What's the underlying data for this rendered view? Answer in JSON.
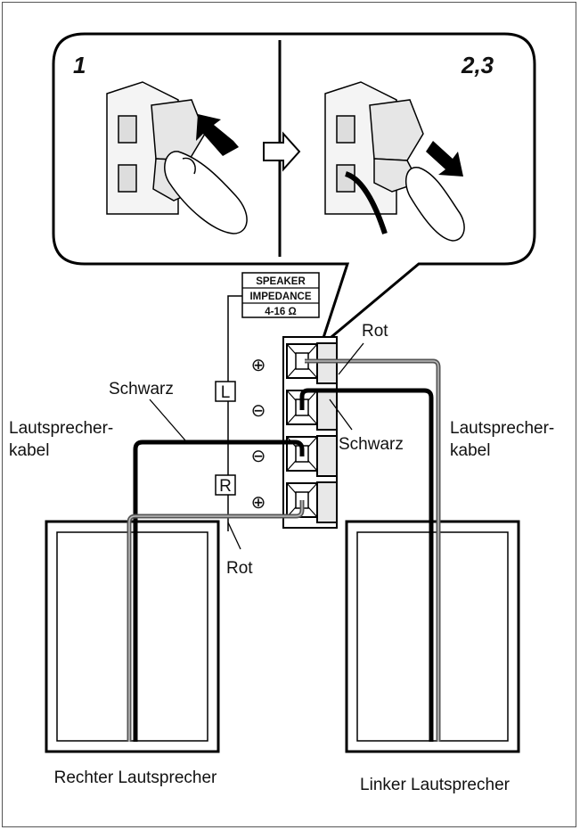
{
  "steps": {
    "step_left": "1",
    "step_right": "2,3"
  },
  "impedance_label": {
    "line1": "SPEAKER",
    "line2": "IMPEDANCE",
    "line3": "4-16 Ω"
  },
  "channels": {
    "left": "L",
    "right": "R"
  },
  "terminal_signs": {
    "plus": "⊕",
    "minus": "⊖"
  },
  "labels": {
    "rot_top": "Rot",
    "schwarz_top": "Schwarz",
    "schwarz_mid": "Schwarz",
    "rot_bottom": "Rot",
    "cable_left_line1": "Lautsprecher-",
    "cable_left_line2": "kabel",
    "cable_right_line1": "Lautsprecher-",
    "cable_right_line2": "kabel",
    "speaker_right": "Rechter Lautsprecher",
    "speaker_left": "Linker Lautsprecher"
  }
}
